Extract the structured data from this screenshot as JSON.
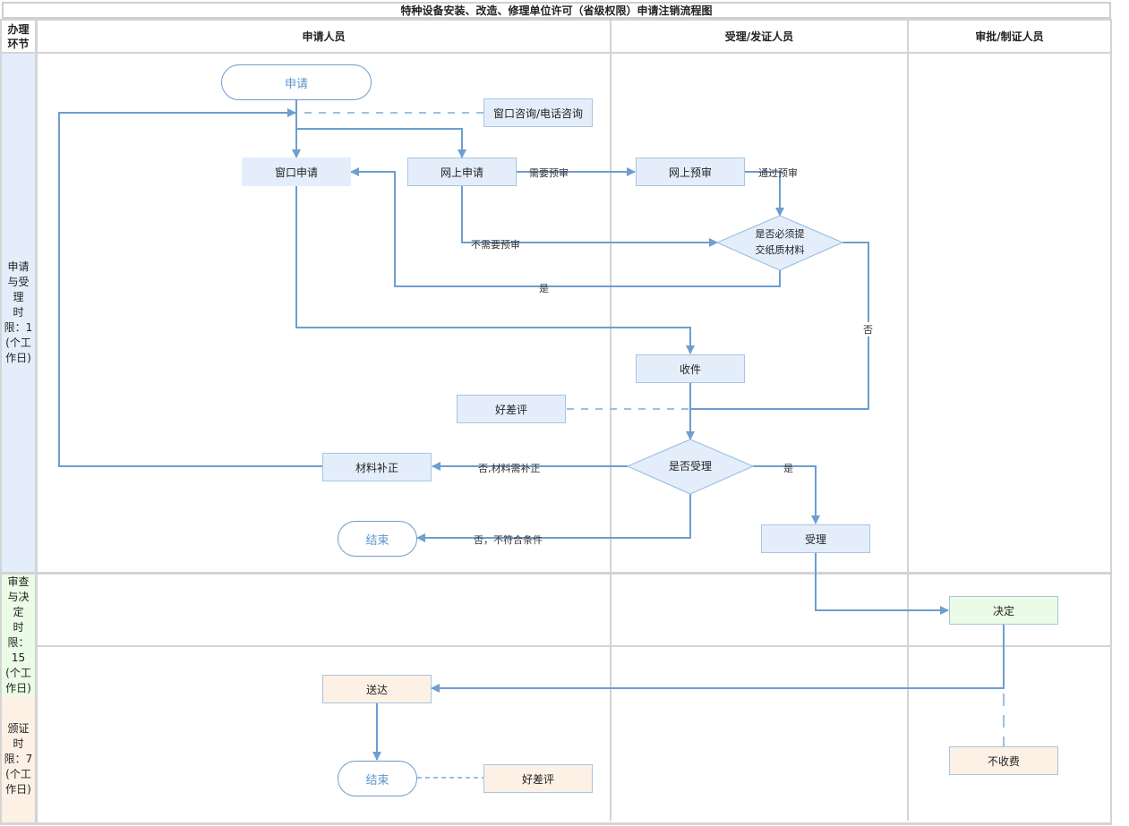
{
  "title": "特种设备安装、改造、修理单位许可（省级权限）申请注销流程图",
  "header": {
    "stage_col": "办理\n环节",
    "columns": [
      "申请人员",
      "受理/发证人员",
      "审批/制证人员"
    ]
  },
  "lanes": [
    {
      "label": "申请\n与受\n理\n时\n限：1\n(个工\n作日)",
      "color": "#e4eefb"
    },
    {
      "label": "审查\n与决\n定\n时\n限：\n15\n(个工\n作日)",
      "color": "#eafbe6"
    },
    {
      "label": "颁证\n时\n限：7\n(个工\n作日)",
      "color": "#fdf1e6"
    }
  ],
  "nodes": {
    "start": "申请",
    "consult": "窗口咨询/电话咨询",
    "window_apply": "窗口申请",
    "online_apply": "网上申请",
    "online_precheck": "网上预审",
    "paper_decision": "是否必须提\n交纸质材料",
    "receive": "收件",
    "rating1": "好差评",
    "accept_decision": "是否受理",
    "supplement": "材料补正",
    "end1": "结束",
    "accept": "受理",
    "decide": "决定",
    "deliver": "送达",
    "end2": "结束",
    "rating2": "好差评",
    "no_fee": "不收费"
  },
  "edge_labels": {
    "need_precheck": "需要预审",
    "pass_precheck": "通过预审",
    "no_precheck": "不需要预审",
    "yes_paper": "是",
    "no_paper": "否",
    "need_supplement": "否,材料需补正",
    "not_qualified": "否，不符合条件",
    "yes_accept": "是"
  },
  "colors": {
    "line": "#6d9ecf",
    "grid": "#d4d4d4",
    "blue_fill": "#e4eefb",
    "green_fill": "#eafbe6",
    "peach_fill": "#fdf1e6"
  }
}
